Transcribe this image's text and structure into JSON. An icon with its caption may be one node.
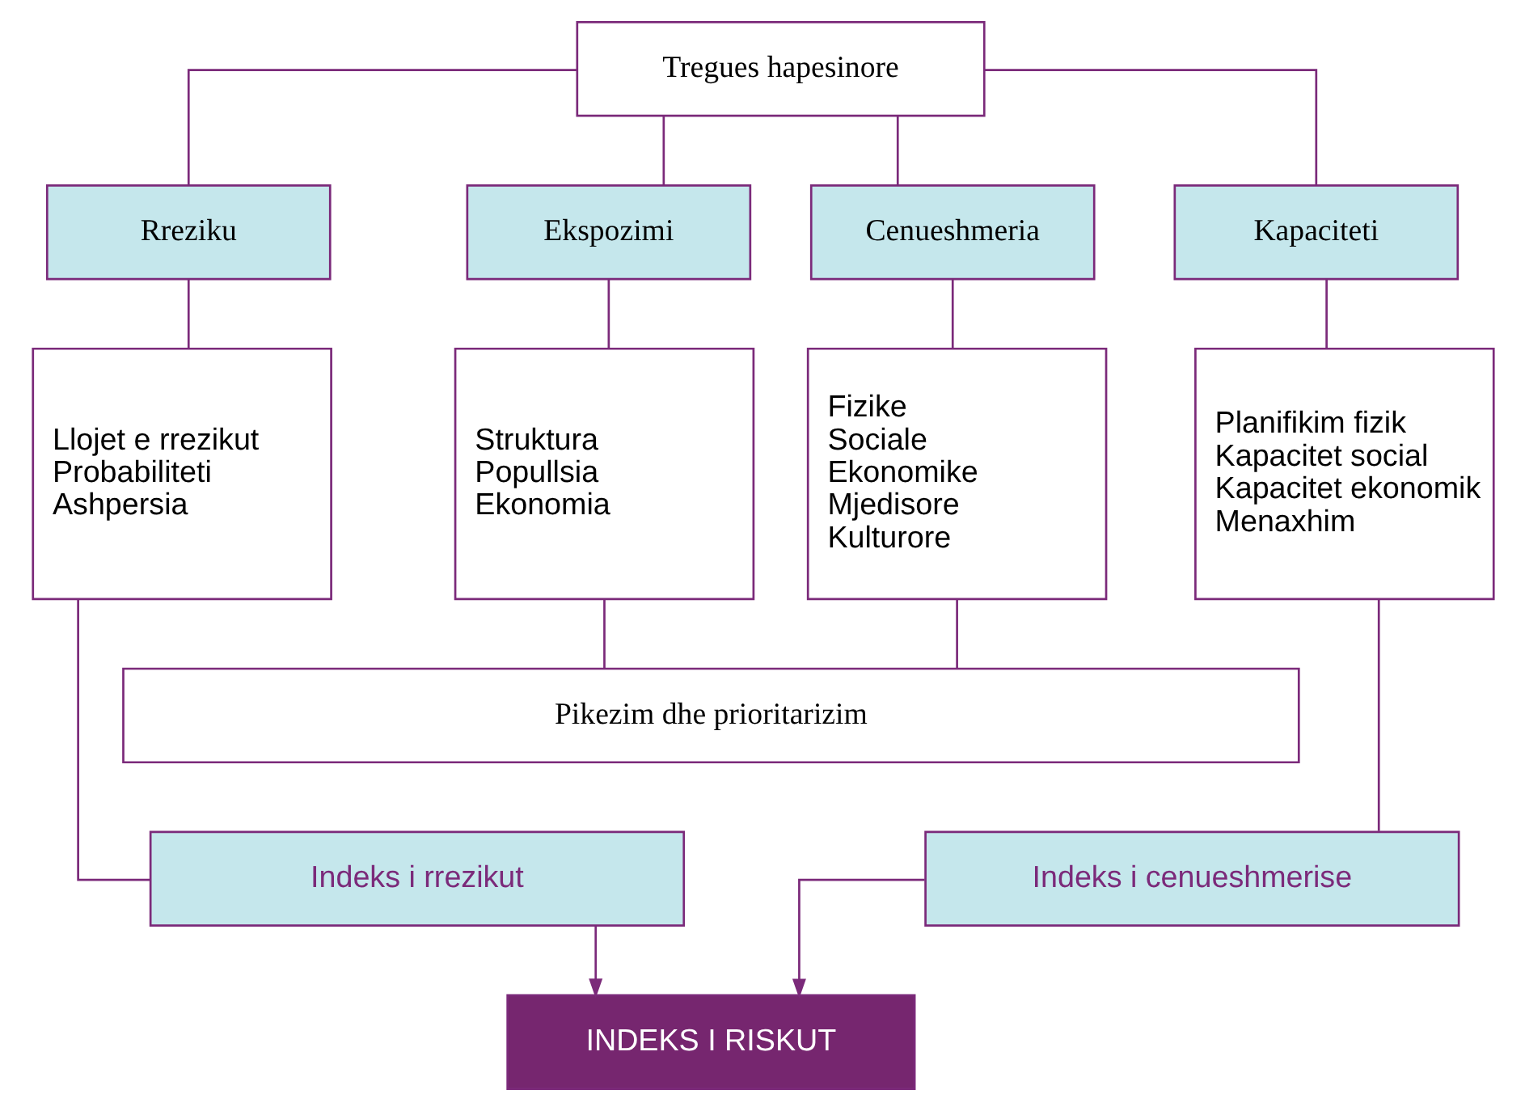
{
  "diagram": {
    "nodes": [
      {
        "text": [
          "Tregues hapesinore"
        ]
      },
      {
        "text": [
          "Rreziku"
        ]
      },
      {
        "text": [
          "Ekspozimi"
        ]
      },
      {
        "text": [
          "Cenueshmeria"
        ]
      },
      {
        "text": [
          "Kapaciteti"
        ]
      },
      {
        "text": [
          "Llojet e rrezikut",
          "Probabiliteti",
          "Ashpersia"
        ]
      },
      {
        "text": [
          "Struktura",
          "Popullsia",
          "Ekonomia"
        ]
      },
      {
        "text": [
          "Fizike",
          "Sociale",
          "Ekonomike",
          "Mjedisore",
          "Kulturore"
        ]
      },
      {
        "text": [
          "Planifikim fizik",
          "Kapacitet social",
          "Kapacitet ekonomik",
          "Menaxhim"
        ]
      },
      {
        "text": [
          "Pikezim dhe prioritarizim"
        ]
      },
      {
        "text": [
          "Indeks i rrezikut"
        ]
      },
      {
        "text": [
          "Indeks i cenueshmerise"
        ]
      },
      {
        "text": [
          "INDEKS I RISKUT"
        ]
      }
    ],
    "edges": [
      {
        "from": 0,
        "to": 1,
        "arrow": "none"
      },
      {
        "from": 0,
        "to": 2,
        "arrow": "none"
      },
      {
        "from": 0,
        "to": 3,
        "arrow": "none"
      },
      {
        "from": 0,
        "to": 4,
        "arrow": "none"
      },
      {
        "from": 1,
        "to": 5,
        "arrow": "none"
      },
      {
        "from": 2,
        "to": 6,
        "arrow": "none"
      },
      {
        "from": 3,
        "to": 7,
        "arrow": "none"
      },
      {
        "from": 4,
        "to": 8,
        "arrow": "none"
      },
      {
        "from": 6,
        "to": 9,
        "arrow": "none"
      },
      {
        "from": 7,
        "to": 9,
        "arrow": "none"
      },
      {
        "from": 5,
        "to": 10,
        "arrow": "none"
      },
      {
        "from": 8,
        "to": 11,
        "arrow": "none"
      },
      {
        "from": 10,
        "to": 12,
        "arrow": "to"
      },
      {
        "from": 11,
        "to": 12,
        "arrow": "to"
      }
    ]
  }
}
